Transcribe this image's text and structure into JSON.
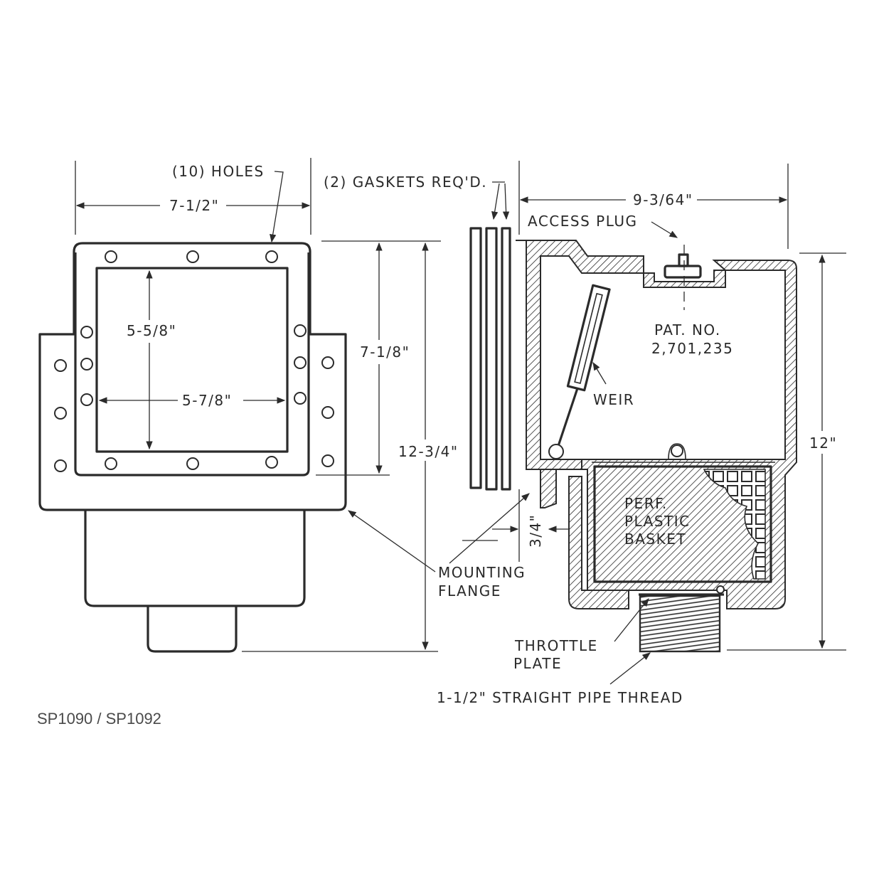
{
  "model_number": "SP1090 / SP1092",
  "labels": {
    "holes": "(10) HOLES",
    "gaskets": "(2) GASKETS REQ'D.",
    "access_plug": "ACCESS PLUG",
    "pat_no_line1": "PAT. NO.",
    "pat_no_line2": "2,701,235",
    "weir": "WEIR",
    "basket_line1": "PERF.",
    "basket_line2": "PLASTIC",
    "basket_line3": "BASKET",
    "mounting_flange_line1": "MOUNTING",
    "mounting_flange_line2": "FLANGE",
    "throttle_plate_line1": "THROTTLE",
    "throttle_plate_line2": "PLATE",
    "pipe_thread": "1-1/2\" STRAIGHT PIPE THREAD"
  },
  "dimensions": {
    "front_width": "7-1/2\"",
    "front_height": "7-1/8\"",
    "opening_height": "5-5/8\"",
    "opening_width": "5-7/8\"",
    "overall_height": "12-3/4\"",
    "side_depth": "9-3/64\"",
    "side_height": "12\"",
    "collar": "3/4\""
  },
  "colors": {
    "ink": "#2b2b2b",
    "caption": "#4a4a4a",
    "paper": "#ffffff"
  }
}
